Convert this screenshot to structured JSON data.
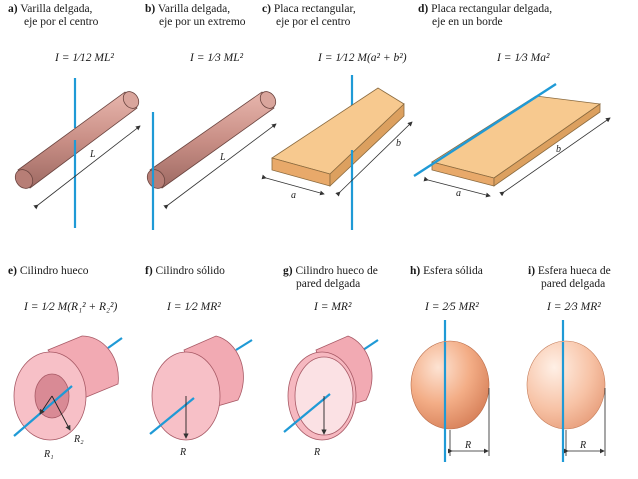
{
  "panels": [
    {
      "letter": "a)",
      "title": "Varilla delgada,",
      "subtitle": "eje por el centro",
      "formula": "I = 1⁄12 ML²",
      "labels": [
        "L"
      ]
    },
    {
      "letter": "b)",
      "title": "Varilla delgada,",
      "subtitle": "eje por un extremo",
      "formula": "I = 1⁄3 ML²",
      "labels": [
        "L"
      ]
    },
    {
      "letter": "c)",
      "title": "Placa rectangular,",
      "subtitle": "eje por el centro",
      "formula": "I = 1⁄12 M(a² + b²)",
      "labels": [
        "a",
        "b"
      ]
    },
    {
      "letter": "d)",
      "title": "Placa rectangular delgada,",
      "subtitle": "eje en un borde",
      "formula": "I = 1⁄3 Ma²",
      "labels": [
        "a",
        "b"
      ]
    },
    {
      "letter": "e)",
      "title": "Cilindro hueco",
      "subtitle": "",
      "formula": "I = 1⁄2 M(R₁² + R₂²)",
      "labels": [
        "R₁",
        "R₂"
      ]
    },
    {
      "letter": "f)",
      "title": "Cilindro sólido",
      "subtitle": "",
      "formula": "I = 1⁄2 MR²",
      "labels": [
        "R"
      ]
    },
    {
      "letter": "g)",
      "title": "Cilindro hueco de",
      "subtitle": "pared delgada",
      "formula": "I = MR²",
      "labels": [
        "R"
      ]
    },
    {
      "letter": "h)",
      "title": "Esfera sólida",
      "subtitle": "",
      "formula": "I = 2⁄5 MR²",
      "labels": [
        "R"
      ]
    },
    {
      "letter": "i)",
      "title": "Esfera hueca de",
      "subtitle": "pared delgada",
      "formula": "I = 2⁄3 MR²",
      "labels": [
        "R"
      ]
    }
  ],
  "colors": {
    "axis": "#1f9ad6",
    "rod": "#c98f86",
    "plate": "#f7c98f",
    "cylinder": "#f6b8c0",
    "sphere": "#f0a27a"
  }
}
